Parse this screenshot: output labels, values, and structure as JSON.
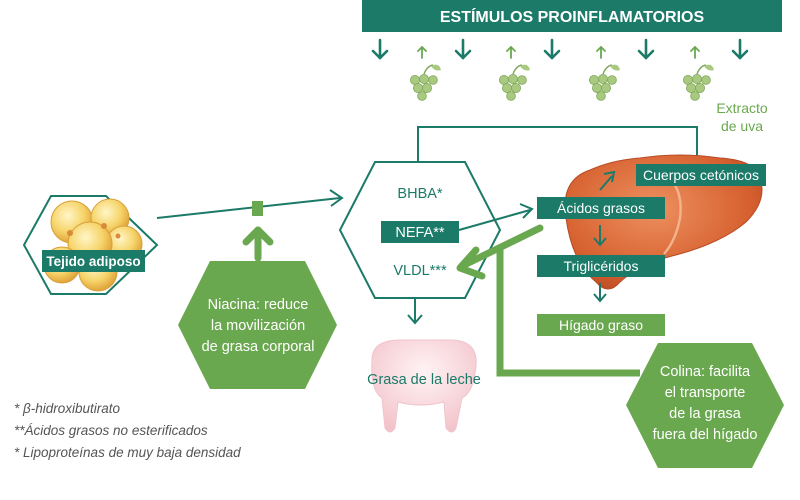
{
  "banner": "ESTÍMULOS PROINFLAMATORIOS",
  "grape_label_line1": "Extracto",
  "grape_label_line2": "de uva",
  "adipose_label": "Tejido adiposo",
  "niacina": [
    "Niacina: reduce",
    "la movilización",
    "de grasa corporal"
  ],
  "center": {
    "bhba": "BHBA*",
    "nefa": "NEFA**",
    "vldl": "VLDL***"
  },
  "milk_fat": "Grasa de la leche",
  "liver": {
    "ketones": "Cuerpos cetónicos",
    "fatty_acids": "Ácidos grasos",
    "triglycerides": "Triglicéridos",
    "fatty_liver": "Hígado graso"
  },
  "colina": [
    "Colina: facilita",
    "el transporte",
    "de la grasa",
    "fuera del hígado"
  ],
  "footnotes": [
    "* β-hidroxibutirato",
    "**Ácidos grasos no esterificados",
    "* Lipoproteínas de muy baja densidad"
  ],
  "colors": {
    "dark_teal": "#1b7a68",
    "green": "#6aa84f",
    "liver": "#d9653a",
    "grape": "#a8c97f"
  },
  "icons": [
    "arrow-down-icon",
    "arrow-up-icon",
    "grape-icon",
    "fat-cells-icon",
    "liver-icon",
    "udder-icon"
  ]
}
